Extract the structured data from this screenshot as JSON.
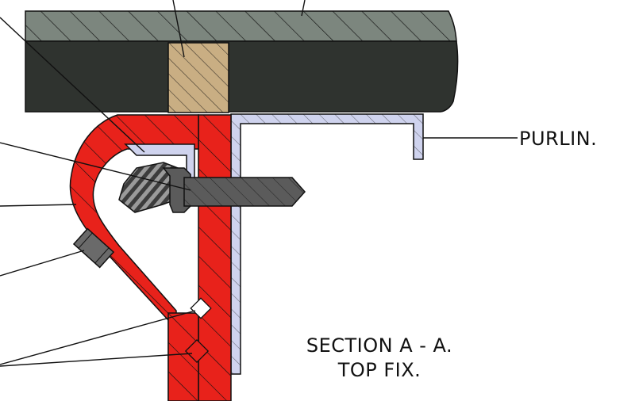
{
  "labels": {
    "purlin": "PURLIN.",
    "section_title": "SECTION A - A.",
    "section_subtitle": "TOP FIX."
  },
  "colors": {
    "deck_top": "#7c867e",
    "deck_body": "#2f332f",
    "timber_block": "#c9ae83",
    "clip": "#e8221b",
    "purlin_angle": "#cfd3ee",
    "screw": "#5b5b5b",
    "nut": "#6a6a6a",
    "line": "#111111",
    "background": "#ffffff"
  }
}
